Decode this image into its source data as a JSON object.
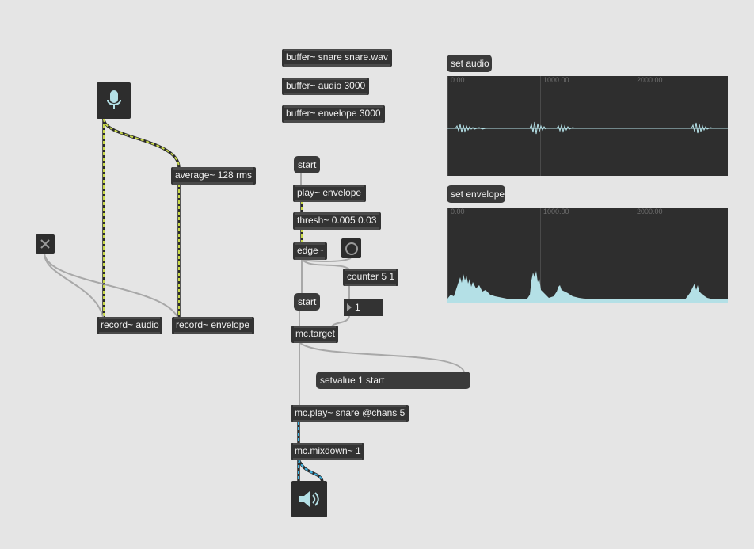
{
  "patch": {
    "buffers": {
      "snare": "buffer~ snare snare.wav",
      "audio": "buffer~ audio 3000",
      "envelope": "buffer~ envelope 3000"
    },
    "objects": {
      "average": "average~ 128 rms",
      "record_audio": "record~ audio",
      "record_envelope": "record~ envelope",
      "play_envelope": "play~ envelope",
      "thresh": "thresh~ 0.005 0.03",
      "edge": "edge~",
      "counter": "counter 5 1",
      "mc_target": "mc.target",
      "mc_play": "mc.play~ snare @chans 5",
      "mc_mixdown": "mc.mixdown~ 1"
    },
    "messages": {
      "start_top": "start",
      "start_mid": "start",
      "setvalue": "setvalue 1 start",
      "set_audio": "set audio",
      "set_envelope": "set envelope"
    },
    "number_box": {
      "value": "1"
    },
    "waveform_ticks": [
      "0.00",
      "1000.00",
      "2000.00"
    ],
    "icons": {
      "mic": "microphone-icon",
      "toggle": "toggle-x-icon",
      "bang": "bang-circle-icon",
      "speaker": "speaker-icon"
    },
    "colors": {
      "background": "#e5e5e5",
      "object": "#333333",
      "signal_cord": "#c9d94a",
      "mc_cord": "#3fb6e6",
      "waveform": "#b4e0e6"
    }
  }
}
